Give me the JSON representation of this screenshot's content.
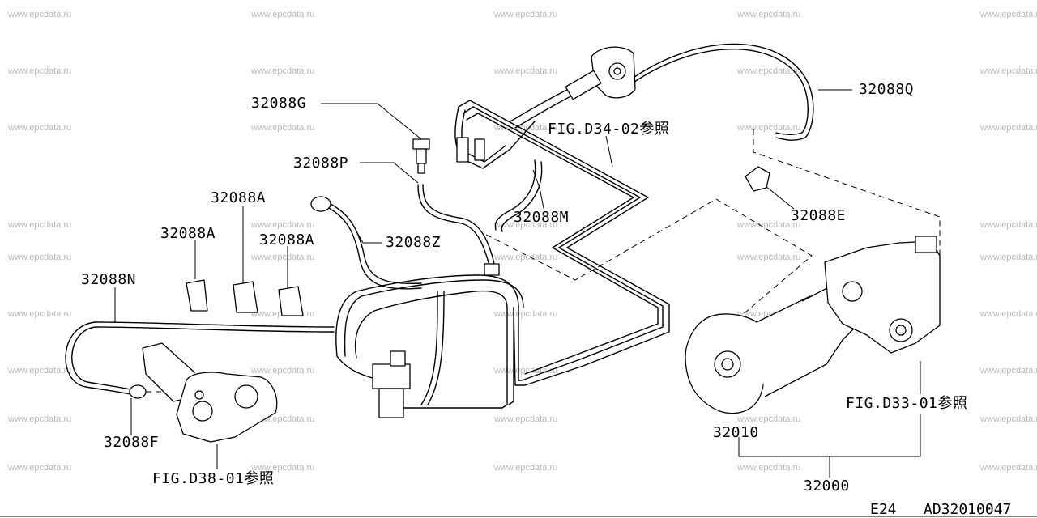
{
  "watermarks": [
    "www.epcdata.ru",
    "www.epcdata.ru",
    "www.epcdata.ru",
    "www.epcdata.ru",
    "www.epcdata.ru",
    "www.epcdata.ru",
    "www.epcdata.ru",
    "www.epcdata.ru",
    "www.epcdata.ru",
    "www.epcdata.ru",
    "www.epcdata.ru",
    "www.epcdata.ru",
    "www.epcdata.ru",
    "www.epcdata.ru",
    "www.epcdata.ru",
    "www.epcdata.ru",
    "www.epcdata.ru",
    "www.epcdata.ru",
    "www.epcdata.ru",
    "www.epcdata.ru",
    "www.epcdata.ru",
    "www.epcdata.ru",
    "www.epcdata.ru",
    "www.epcdata.ru",
    "www.epcdata.ru",
    "www.epcdata.ru",
    "www.epcdata.ru",
    "www.epcdata.ru",
    "www.epcdata.ru",
    "www.epcdata.ru",
    "www.epcdata.ru",
    "www.epcdata.ru",
    "www.epcdata.ru",
    "www.epcdata.ru",
    "www.epcdata.ru",
    "www.epcdata.ru",
    "www.epcdata.ru",
    "www.epcdata.ru",
    "www.epcdata.ru",
    "www.epcdata.ru",
    "www.epcdata.ru",
    "www.epcdata.ru",
    "www.epcdata.ru",
    "www.epcdata.ru",
    "www.epcdata.ru"
  ],
  "callouts": {
    "p32088G": "32088G",
    "p32088P": "32088P",
    "p32088A_1": "32088A",
    "p32088A_2": "32088A",
    "p32088A_3": "32088A",
    "p32088Z": "32088Z",
    "p32088N": "32088N",
    "p32088F": "32088F",
    "p32088M": "32088M",
    "p32088Q": "32088Q",
    "p32088E": "32088E",
    "p32010": "32010",
    "p32000": "32000",
    "fig_d34": "FIG.D34-02参照",
    "fig_d33": "FIG.D33-01参照",
    "fig_d38": "FIG.D38-01参照"
  },
  "footer": {
    "section": "E24",
    "illustration_id": "AD32010047"
  }
}
